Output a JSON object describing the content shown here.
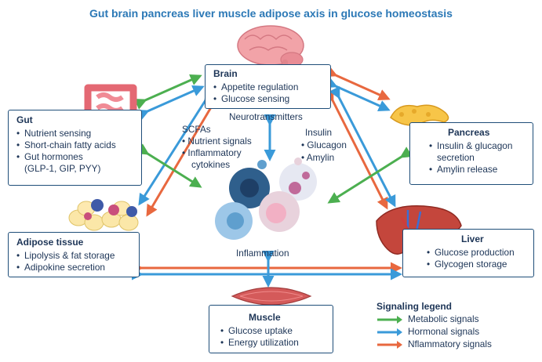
{
  "title": "Gut brain pancreas liver muscle adipose axis in glucose homeostasis",
  "nodes": {
    "brain": {
      "title": "Brain",
      "items": [
        "Appetite regulation",
        "Glucose sensing"
      ]
    },
    "gut": {
      "title": "Gut",
      "items": [
        "Nutrient sensing",
        "Short-chain fatty acids",
        "Gut hormones",
        "(GLP-1, GIP, PYY)"
      ]
    },
    "pancreas": {
      "title": "Pancreas",
      "items": [
        "Insulin & glucagon",
        "secretion",
        "Amylin release"
      ]
    },
    "adipose": {
      "title": "Adipose tissue",
      "items": [
        "Lipolysis & fat storage",
        "Adipokine secretion"
      ]
    },
    "liver": {
      "title": "Liver",
      "items": [
        "Glucose production",
        "Glycogen storage"
      ]
    },
    "muscle": {
      "title": "Muscle",
      "items": [
        "Glucose uptake",
        "Energy utilization"
      ]
    }
  },
  "labels": {
    "neurotransmitters": "Neurotransmitters",
    "scfas": "SCFAs",
    "nutrient_signals": "Nutrient signals",
    "inflammatory": "Inflammatory",
    "cytokines": "cytokines",
    "insulin": "Insulin",
    "glucagon": "Glucagon",
    "amylin": "Amylin",
    "inflammation": "Inflammation"
  },
  "legend": {
    "title": "Signaling legend",
    "items": [
      {
        "label": "Metabolic signals",
        "color": "#4caf50"
      },
      {
        "label": "Hormonal signals",
        "color": "#3a9ad9"
      },
      {
        "label": "Nflammatory signals",
        "color": "#e8683f"
      }
    ]
  },
  "colors": {
    "metabolic": "#4caf50",
    "hormonal": "#3a9ad9",
    "inflammatory": "#e8683f",
    "border": "#1f4e79",
    "title": "#2b78b6"
  },
  "icons": [
    "brain-icon",
    "gut-icon",
    "pancreas-icon",
    "adipose-icon",
    "liver-icon",
    "muscle-icon",
    "immune-cells-icon"
  ]
}
